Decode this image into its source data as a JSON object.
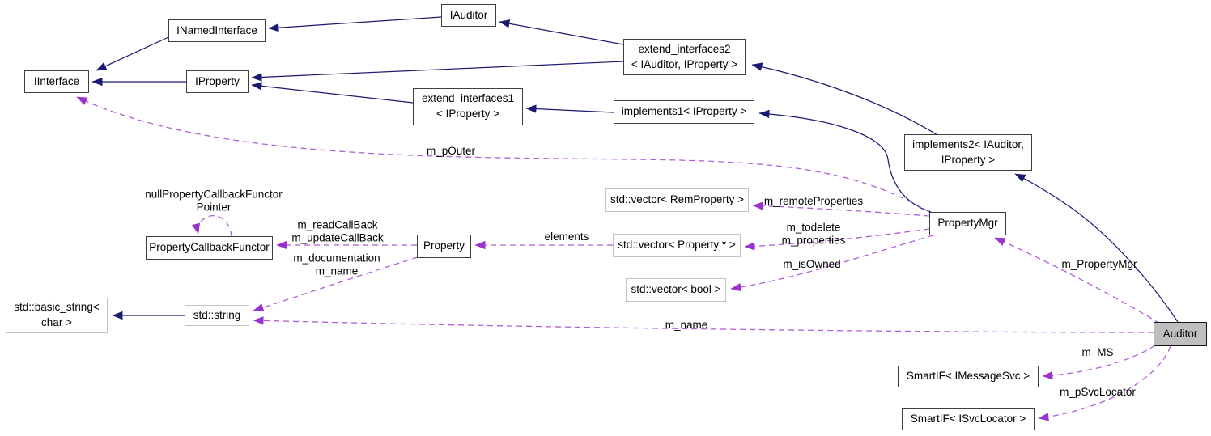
{
  "diagram": {
    "type": "collaboration-graph",
    "colors": {
      "inheritance_edge": "#191970",
      "usage_edge": "#9a32cd",
      "node_border": "#3f3f3f",
      "external_node_border": "#c3c3c3",
      "current_node_fill": "#bfbfbf",
      "background": "#ffffff"
    },
    "nodes": {
      "iinterface": {
        "label": "IInterface",
        "kind": "class"
      },
      "inamedinterface": {
        "label": "INamedInterface",
        "kind": "class"
      },
      "iproperty": {
        "label": "IProperty",
        "kind": "class"
      },
      "iauditor": {
        "label": "IAuditor",
        "kind": "class"
      },
      "extend_interfaces2": {
        "label": "extend_interfaces2\n< IAuditor, IProperty >",
        "kind": "class"
      },
      "extend_interfaces1": {
        "label": "extend_interfaces1\n< IProperty >",
        "kind": "class"
      },
      "implements1": {
        "label": "implements1< IProperty >",
        "kind": "class"
      },
      "implements2": {
        "label": "implements2< IAuditor,\nIProperty >",
        "kind": "class"
      },
      "propertymgr": {
        "label": "PropertyMgr",
        "kind": "class"
      },
      "vector_remproperty": {
        "label": "std::vector< RemProperty >",
        "kind": "external"
      },
      "vector_property_ptr": {
        "label": "std::vector< Property * >",
        "kind": "external"
      },
      "vector_bool": {
        "label": "std::vector< bool >",
        "kind": "external"
      },
      "propertycallbackfunctor": {
        "label": "PropertyCallbackFunctor",
        "kind": "class"
      },
      "property": {
        "label": "Property",
        "kind": "class"
      },
      "std_string": {
        "label": "std::string",
        "kind": "external"
      },
      "std_basic_string": {
        "label": "std::basic_string<\nchar >",
        "kind": "external"
      },
      "auditor": {
        "label": "Auditor",
        "kind": "current"
      },
      "smartif_imessagesvc": {
        "label": "SmartIF< IMessageSvc >",
        "kind": "class"
      },
      "smartif_isvclocator": {
        "label": "SmartIF< ISvcLocator >",
        "kind": "class"
      }
    },
    "edges": [
      {
        "from": "INamedInterface",
        "to": "IInterface",
        "type": "inheritance",
        "label": ""
      },
      {
        "from": "IProperty",
        "to": "IInterface",
        "type": "inheritance",
        "label": ""
      },
      {
        "from": "IAuditor",
        "to": "INamedInterface",
        "type": "inheritance",
        "label": ""
      },
      {
        "from": "extend_interfaces2< IAuditor, IProperty >",
        "to": "IAuditor",
        "type": "inheritance",
        "label": ""
      },
      {
        "from": "extend_interfaces2< IAuditor, IProperty >",
        "to": "IProperty",
        "type": "inheritance",
        "label": ""
      },
      {
        "from": "extend_interfaces1< IProperty >",
        "to": "IProperty",
        "type": "inheritance",
        "label": ""
      },
      {
        "from": "implements1< IProperty >",
        "to": "extend_interfaces1< IProperty >",
        "type": "inheritance",
        "label": ""
      },
      {
        "from": "implements2< IAuditor, IProperty >",
        "to": "extend_interfaces2< IAuditor, IProperty >",
        "type": "inheritance",
        "label": ""
      },
      {
        "from": "PropertyMgr",
        "to": "implements1< IProperty >",
        "type": "inheritance",
        "label": ""
      },
      {
        "from": "Auditor",
        "to": "implements2< IAuditor, IProperty >",
        "type": "inheritance",
        "label": ""
      },
      {
        "from": "std::string",
        "to": "std::basic_string< char >",
        "type": "inheritance",
        "label": ""
      },
      {
        "from": "PropertyMgr",
        "to": "IInterface",
        "type": "usage",
        "label": "m_pOuter"
      },
      {
        "from": "PropertyCallbackFunctor",
        "to": "PropertyCallbackFunctor",
        "type": "usage",
        "label": "nullPropertyCallbackFunctor\nPointer"
      },
      {
        "from": "Property",
        "to": "PropertyCallbackFunctor",
        "type": "usage",
        "label": "m_readCallBack\nm_updateCallBack"
      },
      {
        "from": "Property",
        "to": "std::string",
        "type": "usage",
        "label": "m_documentation\nm_name"
      },
      {
        "from": "std::vector< Property * >",
        "to": "Property",
        "type": "usage",
        "label": "elements"
      },
      {
        "from": "PropertyMgr",
        "to": "std::vector< RemProperty >",
        "type": "usage",
        "label": "m_remoteProperties"
      },
      {
        "from": "PropertyMgr",
        "to": "std::vector< Property * >",
        "type": "usage",
        "label": "m_todelete\nm_properties"
      },
      {
        "from": "PropertyMgr",
        "to": "std::vector< bool >",
        "type": "usage",
        "label": "m_isOwned"
      },
      {
        "from": "Auditor",
        "to": "std::string",
        "type": "usage",
        "label": "m_name"
      },
      {
        "from": "Auditor",
        "to": "PropertyMgr",
        "type": "usage",
        "label": "m_PropertyMgr"
      },
      {
        "from": "Auditor",
        "to": "SmartIF< IMessageSvc >",
        "type": "usage",
        "label": "m_MS"
      },
      {
        "from": "Auditor",
        "to": "SmartIF< ISvcLocator >",
        "type": "usage",
        "label": "m_pSvcLocator"
      }
    ]
  }
}
